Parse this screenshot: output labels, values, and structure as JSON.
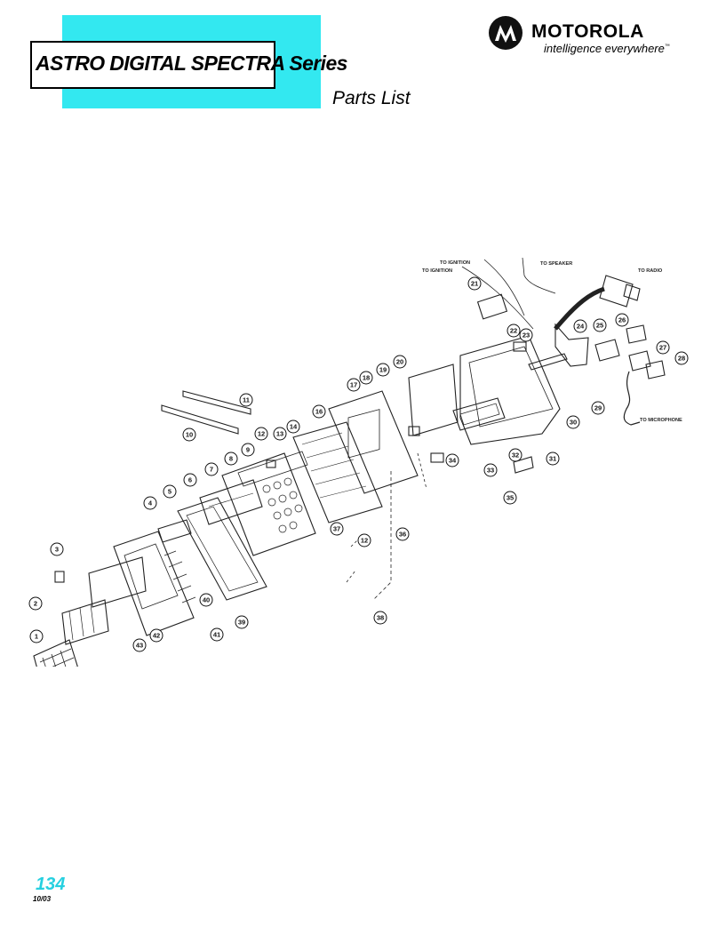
{
  "header": {
    "series_title": "ASTRO DIGITAL SPECTRA Series",
    "section_title": "Parts List"
  },
  "brand": {
    "name": "MOTOROLA",
    "tagline": "intelligence everywhere",
    "trademark": "™"
  },
  "colors": {
    "accent_band": "#33e8f0",
    "page_number": "#27d0e0"
  },
  "icons": {
    "logo": "motorola-batwing-icon"
  },
  "diagram": {
    "labels": {
      "to_ignition_1": "TO IGNITION",
      "to_ignition_2": "TO IGNITION",
      "to_speaker": "TO SPEAKER",
      "to_radio": "TO RADIO",
      "to_microphone": "TO MICROPHONE"
    },
    "callouts": [
      {
        "n": "1"
      },
      {
        "n": "2"
      },
      {
        "n": "3"
      },
      {
        "n": "4"
      },
      {
        "n": "5"
      },
      {
        "n": "6"
      },
      {
        "n": "7"
      },
      {
        "n": "8"
      },
      {
        "n": "9"
      },
      {
        "n": "10"
      },
      {
        "n": "11"
      },
      {
        "n": "12"
      },
      {
        "n": "12"
      },
      {
        "n": "13"
      },
      {
        "n": "14"
      },
      {
        "n": "16"
      },
      {
        "n": "17"
      },
      {
        "n": "18"
      },
      {
        "n": "19"
      },
      {
        "n": "20"
      },
      {
        "n": "21"
      },
      {
        "n": "22"
      },
      {
        "n": "23"
      },
      {
        "n": "24"
      },
      {
        "n": "25"
      },
      {
        "n": "26"
      },
      {
        "n": "27"
      },
      {
        "n": "28"
      },
      {
        "n": "29"
      },
      {
        "n": "30"
      },
      {
        "n": "31"
      },
      {
        "n": "32"
      },
      {
        "n": "33"
      },
      {
        "n": "34"
      },
      {
        "n": "35"
      },
      {
        "n": "36"
      },
      {
        "n": "37"
      },
      {
        "n": "38"
      },
      {
        "n": "39"
      },
      {
        "n": "40"
      },
      {
        "n": "41"
      },
      {
        "n": "42"
      },
      {
        "n": "43"
      }
    ]
  },
  "footer": {
    "page_number": "134",
    "revision": "10/03"
  }
}
